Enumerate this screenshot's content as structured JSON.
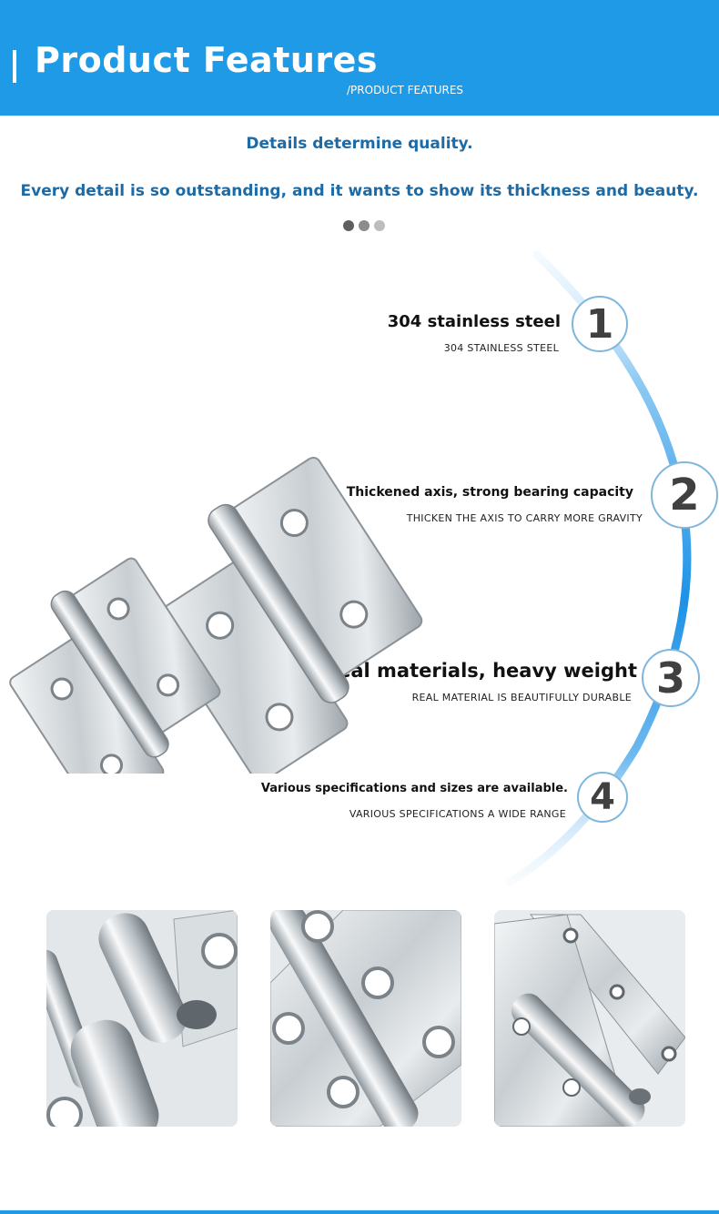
{
  "header": {
    "title": "Product Features",
    "subtitle": "/PRODUCT FEATURES",
    "bg_color": "#1e9ae6"
  },
  "intro": {
    "line1": "Details determine quality.",
    "line2": "Every detail is so outstanding, and it wants to show its thickness and beauty.",
    "text_color": "#1d6aa5"
  },
  "pager_dots": [
    "#5f5f5f",
    "#8c8c8c",
    "#bdbdbd"
  ],
  "features": [
    {
      "number": "1",
      "title": "304 stainless steel",
      "subtitle": "304 STAINLESS STEEL"
    },
    {
      "number": "2",
      "title": "Thickened axis, strong bearing capacity",
      "subtitle": "THICKEN THE AXIS TO CARRY MORE GRAVITY"
    },
    {
      "number": "3",
      "title": "Real materials, heavy weight",
      "subtitle": "REAL MATERIAL IS BEAUTIFULLY DURABLE"
    },
    {
      "number": "4",
      "title": "Various specifications and sizes are available.",
      "subtitle": "VARIOUS SPECIFICATIONS A WIDE RANGE"
    }
  ],
  "images": {
    "main": "stainless-steel-lift-off-hinges",
    "thumbnails": [
      "hinge-pin-closeup",
      "hinge-knuckle-detail",
      "hinge-leaf-detail"
    ]
  }
}
